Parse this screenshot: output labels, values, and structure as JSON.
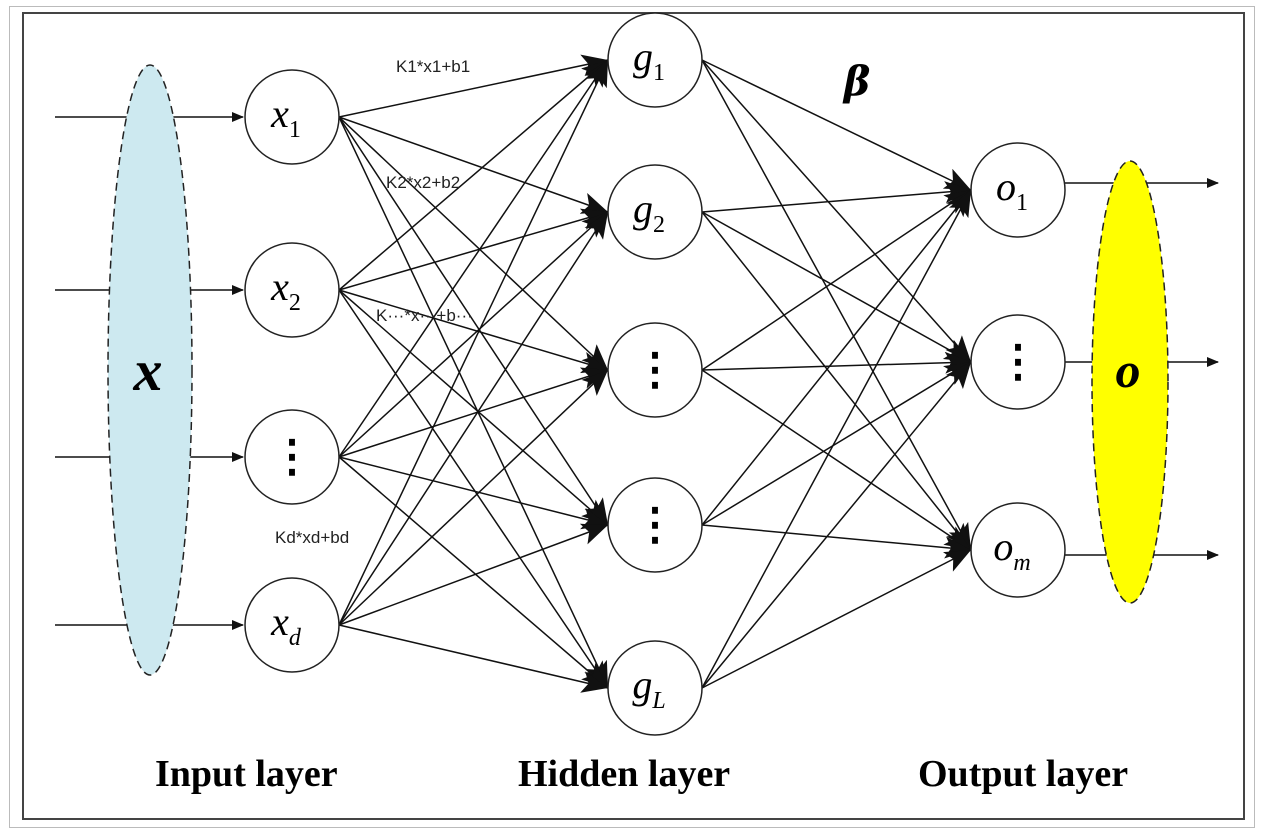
{
  "diagram": {
    "input_symbol": "x",
    "output_symbol": "o",
    "weights_symbol": "β",
    "input_nodes": [
      {
        "var": "x",
        "sub": "1"
      },
      {
        "var": "x",
        "sub": "2"
      },
      {
        "var": "⋮",
        "sub": ""
      },
      {
        "var": "x",
        "sub": "d"
      }
    ],
    "hidden_nodes": [
      {
        "var": "g",
        "sub": "1"
      },
      {
        "var": "g",
        "sub": "2"
      },
      {
        "var": "⋮",
        "sub": ""
      },
      {
        "var": "⋮",
        "sub": ""
      },
      {
        "var": "g",
        "sub": "L"
      }
    ],
    "output_nodes": [
      {
        "var": "o",
        "sub": "1"
      },
      {
        "var": "⋮",
        "sub": ""
      },
      {
        "var": "o",
        "sub": "m"
      }
    ],
    "edge_labels": [
      "K1*x1+b1",
      "K2*x2+b2",
      "K···*x···+b···",
      "Kd*xd+bd"
    ],
    "layer_labels": {
      "input": "Input layer",
      "hidden": "Hidden layer",
      "output": "Output layer"
    },
    "colors": {
      "input_ellipse": "#cde9f0",
      "output_ellipse": "#ffff00",
      "line": "#111111"
    }
  }
}
